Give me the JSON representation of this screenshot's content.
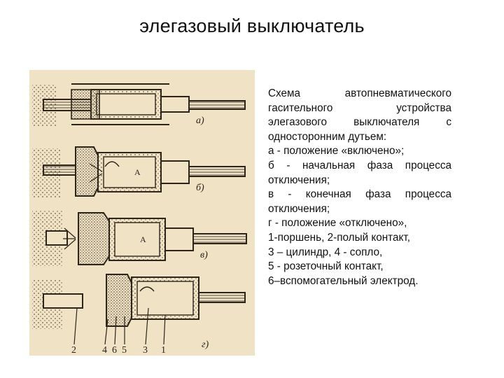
{
  "title": "элегазовый выключатель",
  "caption": [
    "Схема автопневматического",
    "гасительного устройства",
    "элегазового выключателя с",
    "односторонним дутьем:",
    "а - положение «включено»;",
    "б - начальная фаза процесса",
    "отключения;",
    "в - конечная фаза процесса",
    "отключения;",
    "г - положение «отключено»,",
    "1-поршень, 2-полый контакт,",
    "3 – цилиндр, 4 - сопло,",
    "5 - розеточный контакт,",
    "6–вспомогательный электрод."
  ],
  "figure": {
    "panel_labels": [
      "а)",
      "б)",
      "в)",
      "г)"
    ],
    "chamber_marks": [
      "А",
      "А"
    ],
    "callouts": [
      "2",
      "4",
      "6",
      "5",
      "3",
      "1"
    ],
    "colors": {
      "paper": "#efe2c5",
      "ink": "#2e2519",
      "stipple": "#6b5a43"
    }
  }
}
